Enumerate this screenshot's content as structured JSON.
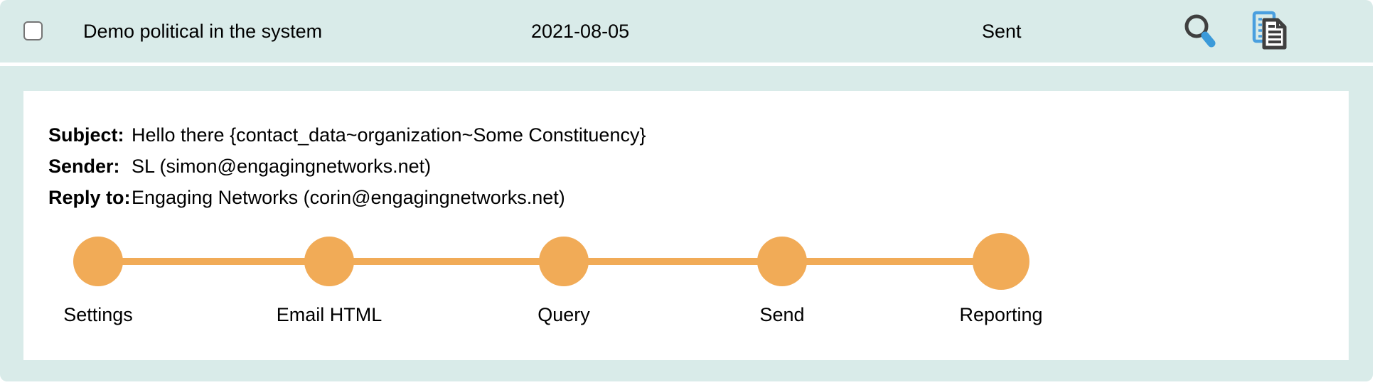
{
  "colors": {
    "accent_orange": "#f1ab57",
    "band_teal": "#d9ebe9",
    "icon_dark": "#3f3f3f",
    "icon_blue": "#3b9ad9"
  },
  "header": {
    "title": "Demo political in the system",
    "date": "2021-08-05",
    "status": "Sent",
    "checkbox_checked": false,
    "icons": [
      {
        "name": "search-icon"
      },
      {
        "name": "copy-icon"
      }
    ]
  },
  "details": {
    "rows": [
      {
        "label": "Subject:",
        "value": "Hello there {contact_data~organization~Some Constituency}"
      },
      {
        "label": "Sender:",
        "value": "SL (simon@engagingnetworks.net)"
      },
      {
        "label": "Reply to:",
        "value": "Engaging Networks (corin@engagingnetworks.net)"
      }
    ]
  },
  "stepper": {
    "steps": [
      {
        "label": "Settings"
      },
      {
        "label": "Email HTML"
      },
      {
        "label": "Query"
      },
      {
        "label": "Send"
      },
      {
        "label": "Reporting"
      }
    ]
  }
}
